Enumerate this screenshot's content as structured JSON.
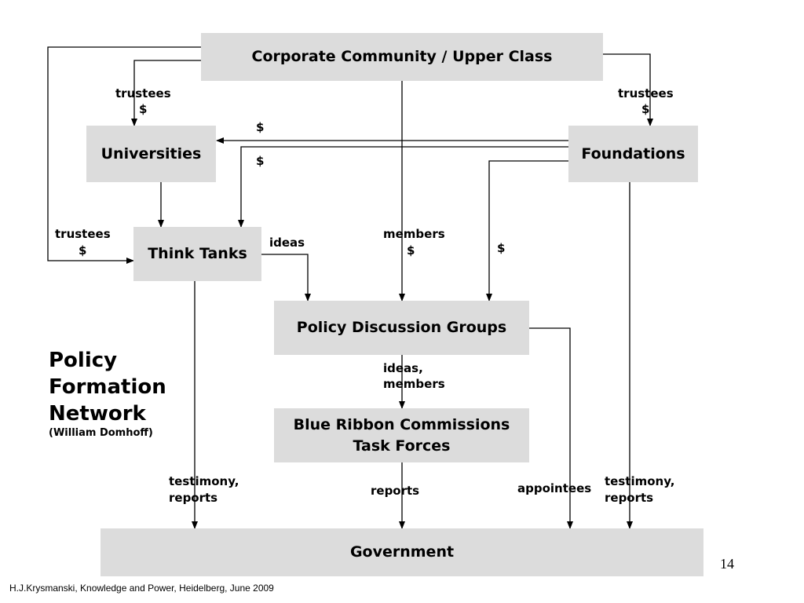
{
  "nodes": {
    "corporate": "Corporate Community / Upper Class",
    "universities": "Universities",
    "foundations": "Foundations",
    "think_tanks": "Think Tanks",
    "policy_groups": "Policy Discussion Groups",
    "commissions_line1": "Blue Ribbon Commissions",
    "commissions_line2": "Task Forces",
    "government": "Government"
  },
  "edge_labels": {
    "trustees": "trustees",
    "dollar": "$",
    "ideas": "ideas",
    "members": "members",
    "ideas_comma": "ideas,",
    "testimony": "testimony,",
    "reports": "reports",
    "appointees": "appointees"
  },
  "title": {
    "line1": "Policy",
    "line2": "Formation",
    "line3": "Network",
    "credit": "(William Domhoff)"
  },
  "footer": "H.J.Krysmanski, Knowledge and Power, Heidelberg, June 2009",
  "page_number": "14",
  "colors": {
    "box_fill": "#dcdcdc",
    "line": "#000000"
  }
}
